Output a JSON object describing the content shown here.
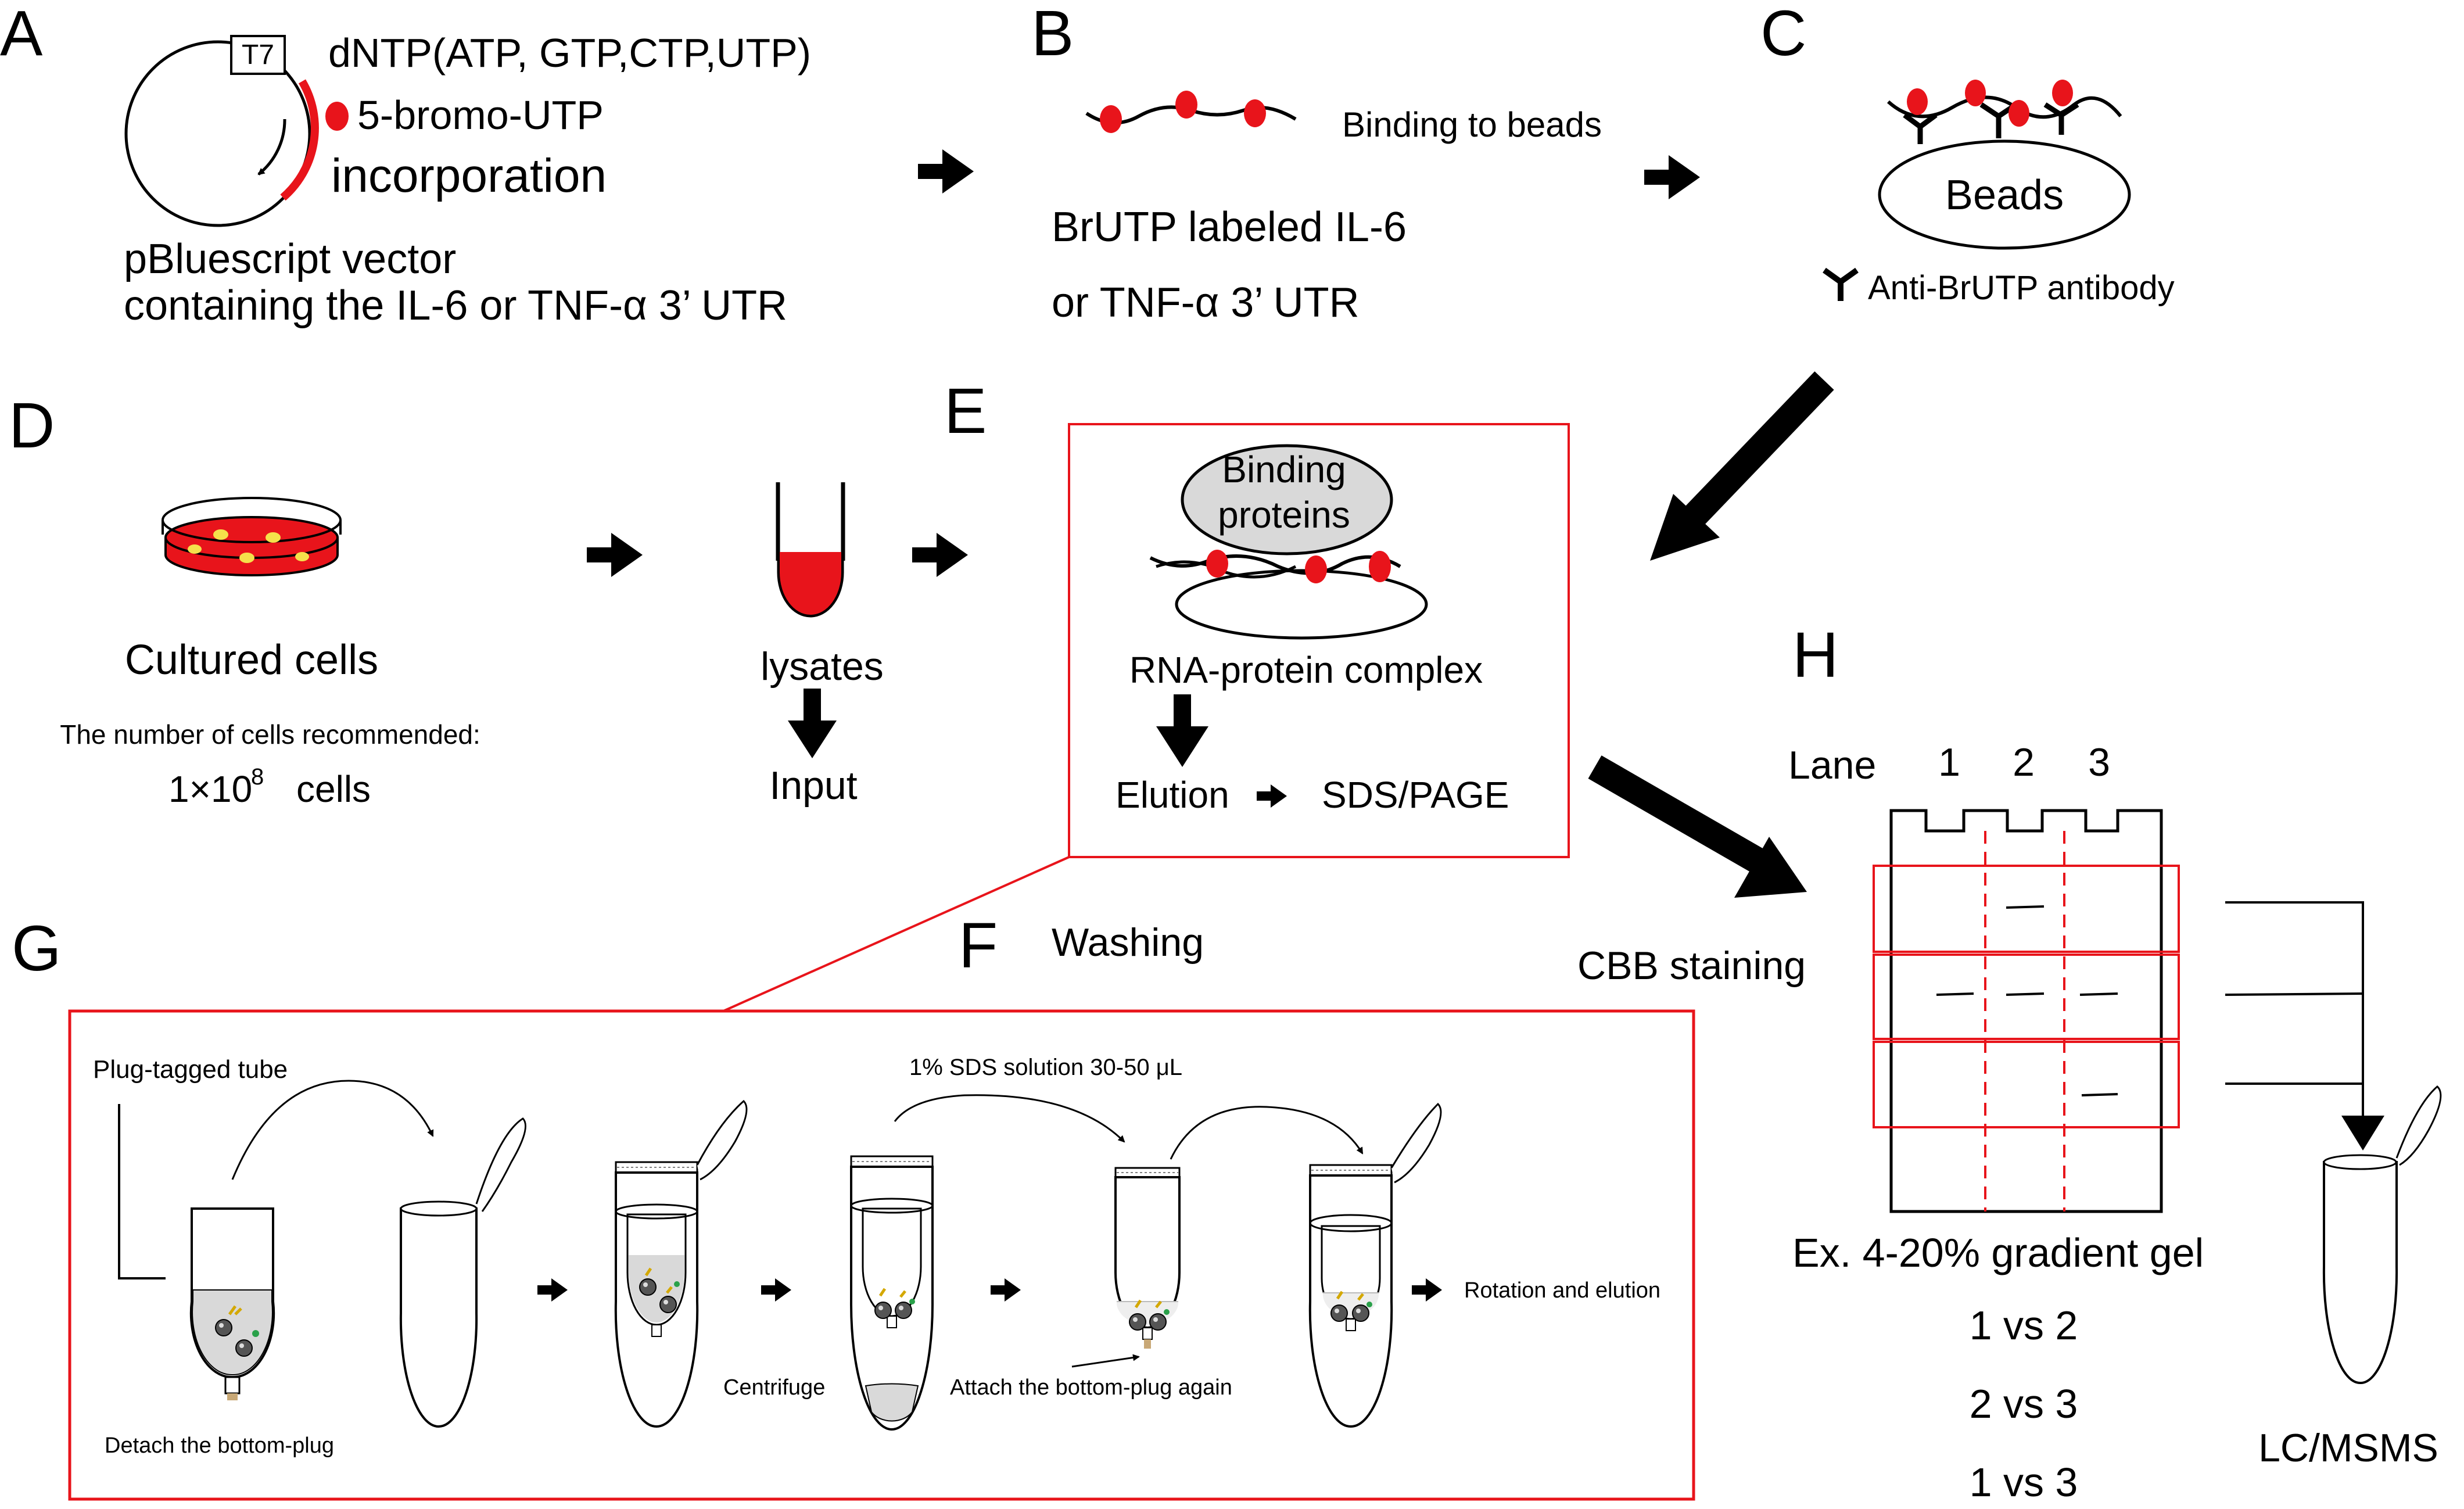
{
  "panels": {
    "a": "A",
    "b": "B",
    "c": "C",
    "d": "D",
    "e": "E",
    "f": "F",
    "g": "G",
    "h": "H"
  },
  "panel_a": {
    "promoter": "T7",
    "ntps": "dNTP(ATP, GTP,CTP,UTP)",
    "bromo": "5-bromo-UTP",
    "incorporation": "incorporation",
    "vector_line1": "pBluescript vector",
    "vector_line2": "containing the IL-6 or TNF-α 3’ UTR"
  },
  "panel_b": {
    "binding": "Binding to beads",
    "label_line1": "BrUTP labeled IL-6",
    "label_line2": "or TNF-α 3’ UTR"
  },
  "panel_c": {
    "beads": "Beads",
    "antibody": "Anti-BrUTP antibody"
  },
  "panel_d": {
    "cultured": "Cultured cells",
    "recommend": "The number of cells recommended:",
    "count_base": "1×10",
    "count_exp": "8",
    "count_unit": "cells",
    "lysates": "lysates",
    "input": "Input"
  },
  "panel_e": {
    "binding_l1": "Binding",
    "binding_l2": "proteins",
    "complex": "RNA-protein complex",
    "elution": "Elution",
    "sds": "SDS/PAGE"
  },
  "panel_f": {
    "washing": "Washing"
  },
  "panel_g": {
    "plug_tube": "Plug-tagged tube",
    "detach": "Detach the bottom-plug",
    "sds_solution": "1% SDS solution 30-50 μL",
    "centrifuge": "Centrifuge",
    "attach": "Attach the bottom-plug again",
    "rotation": "Rotation and elution"
  },
  "panel_h": {
    "lane": "Lane",
    "lanes": [
      "1",
      "2",
      "3"
    ],
    "cbb": "CBB staining",
    "gel": "Ex. 4-20% gradient gel",
    "comparisons": [
      "1 vs 2",
      "2 vs 3",
      "1 vs 3"
    ],
    "lcms": "LC/MSMS"
  },
  "colors": {
    "accent": "#e8141b",
    "black": "#000000",
    "bead_fill": "#d9d9d9"
  },
  "icons": [
    "arrow-right-icon",
    "arrow-down-icon",
    "y-antibody-icon",
    "red-dot-icon",
    "petri-dish-icon",
    "tube-icon"
  ]
}
